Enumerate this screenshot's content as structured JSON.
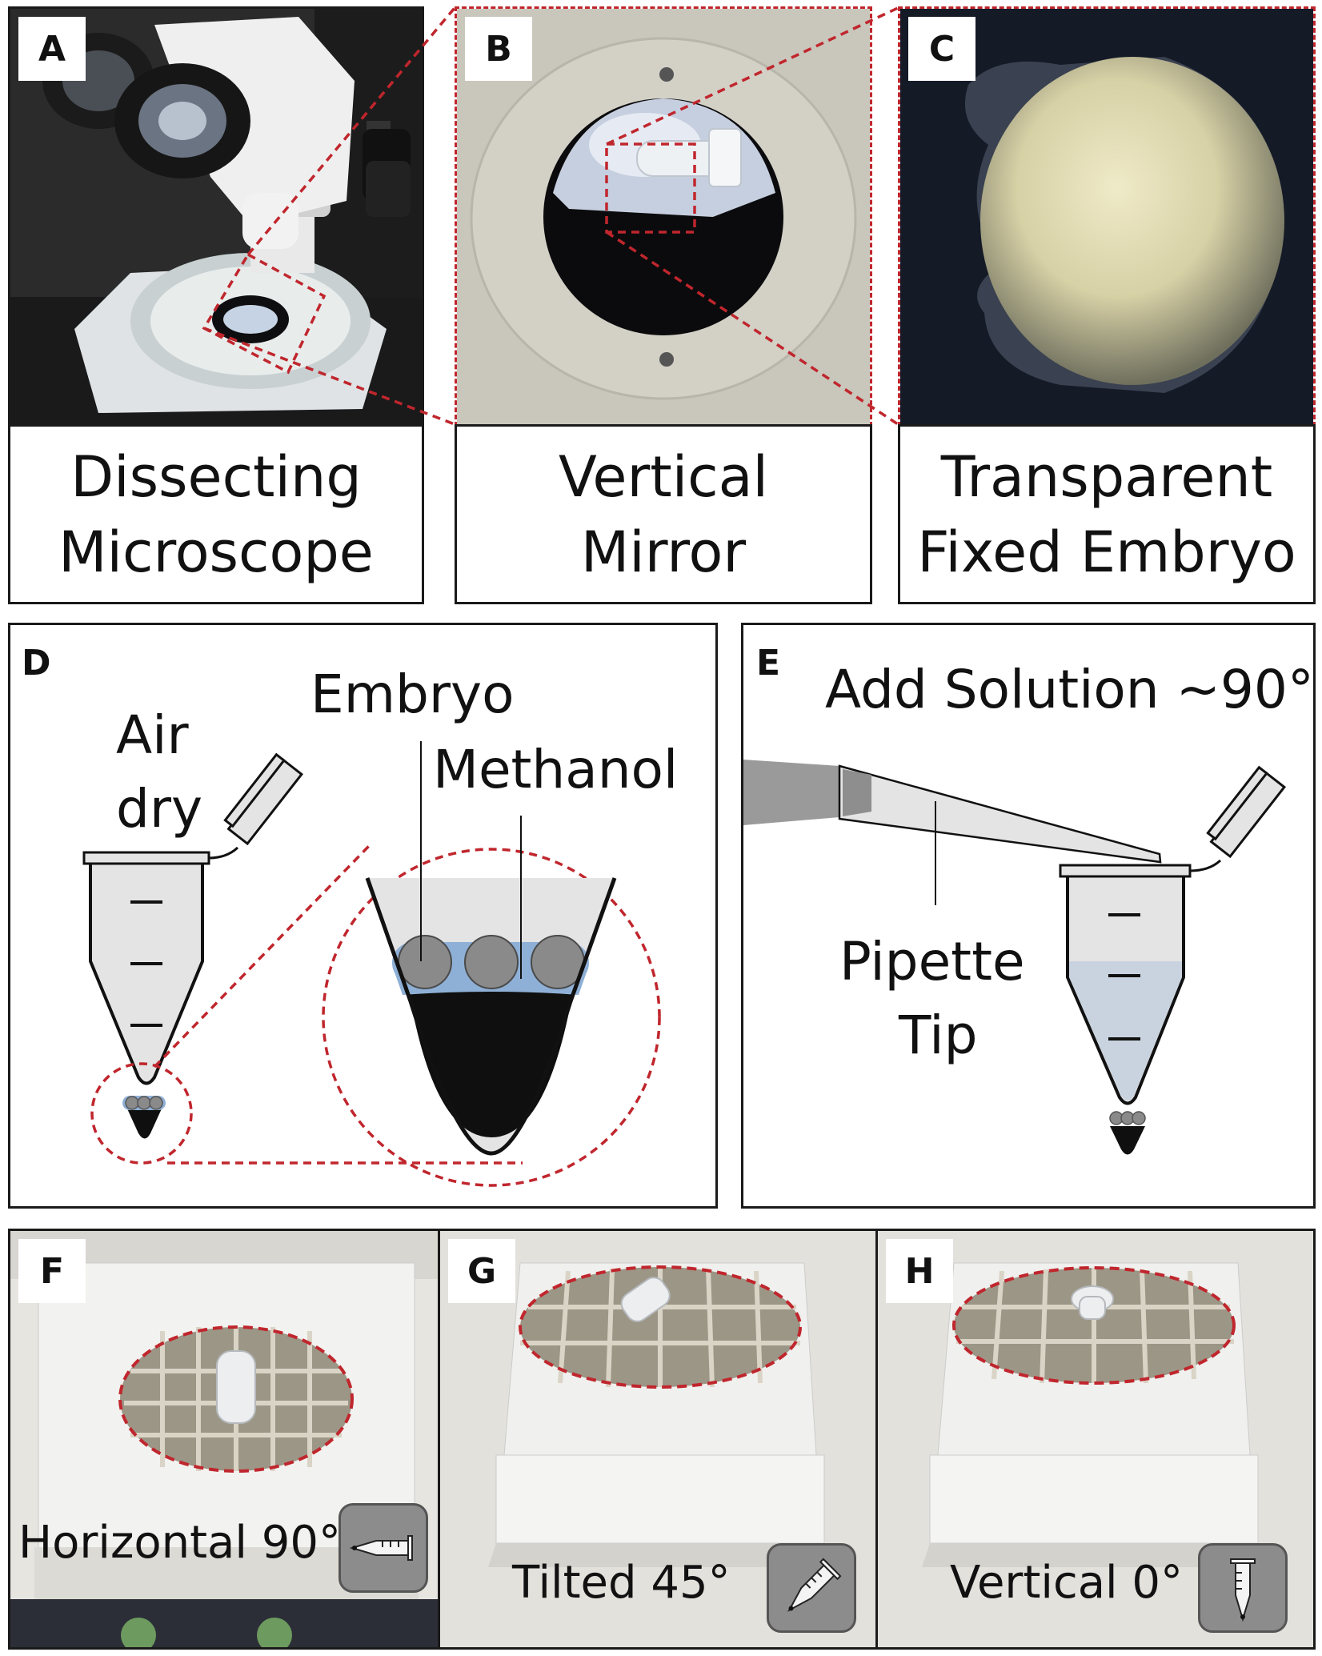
{
  "panels": {
    "a": {
      "tag": "A",
      "caption_line1": "Dissecting",
      "caption_line2": "Microscope"
    },
    "b": {
      "tag": "B",
      "caption_line1": "Vertical",
      "caption_line2": "Mirror"
    },
    "c": {
      "tag": "C",
      "caption_line1": "Transparent",
      "caption_line2": "Fixed Embryo"
    },
    "d": {
      "tag": "D",
      "air": "Air",
      "dry": "dry",
      "embryo": "Embryo",
      "methanol": "Methanol"
    },
    "e": {
      "tag": "E",
      "title": "Add Solution ~90°",
      "pipette": "Pipette",
      "tip": "Tip"
    },
    "f": {
      "tag": "F",
      "label": "Horizontal 90°",
      "icon": "tube-horizontal-icon"
    },
    "g": {
      "tag": "G",
      "label": "Tilted 45°",
      "icon": "tube-tilted-icon"
    },
    "h": {
      "tag": "H",
      "label": "Vertical 0°",
      "icon": "tube-vertical-icon"
    }
  },
  "colors": {
    "zoom_outline": "#c0262d",
    "methanol": "#8fb0d6",
    "solution": "#c9d3e0",
    "tube_fill": "#e4e4e4",
    "embryo": "#8a8a8a"
  }
}
